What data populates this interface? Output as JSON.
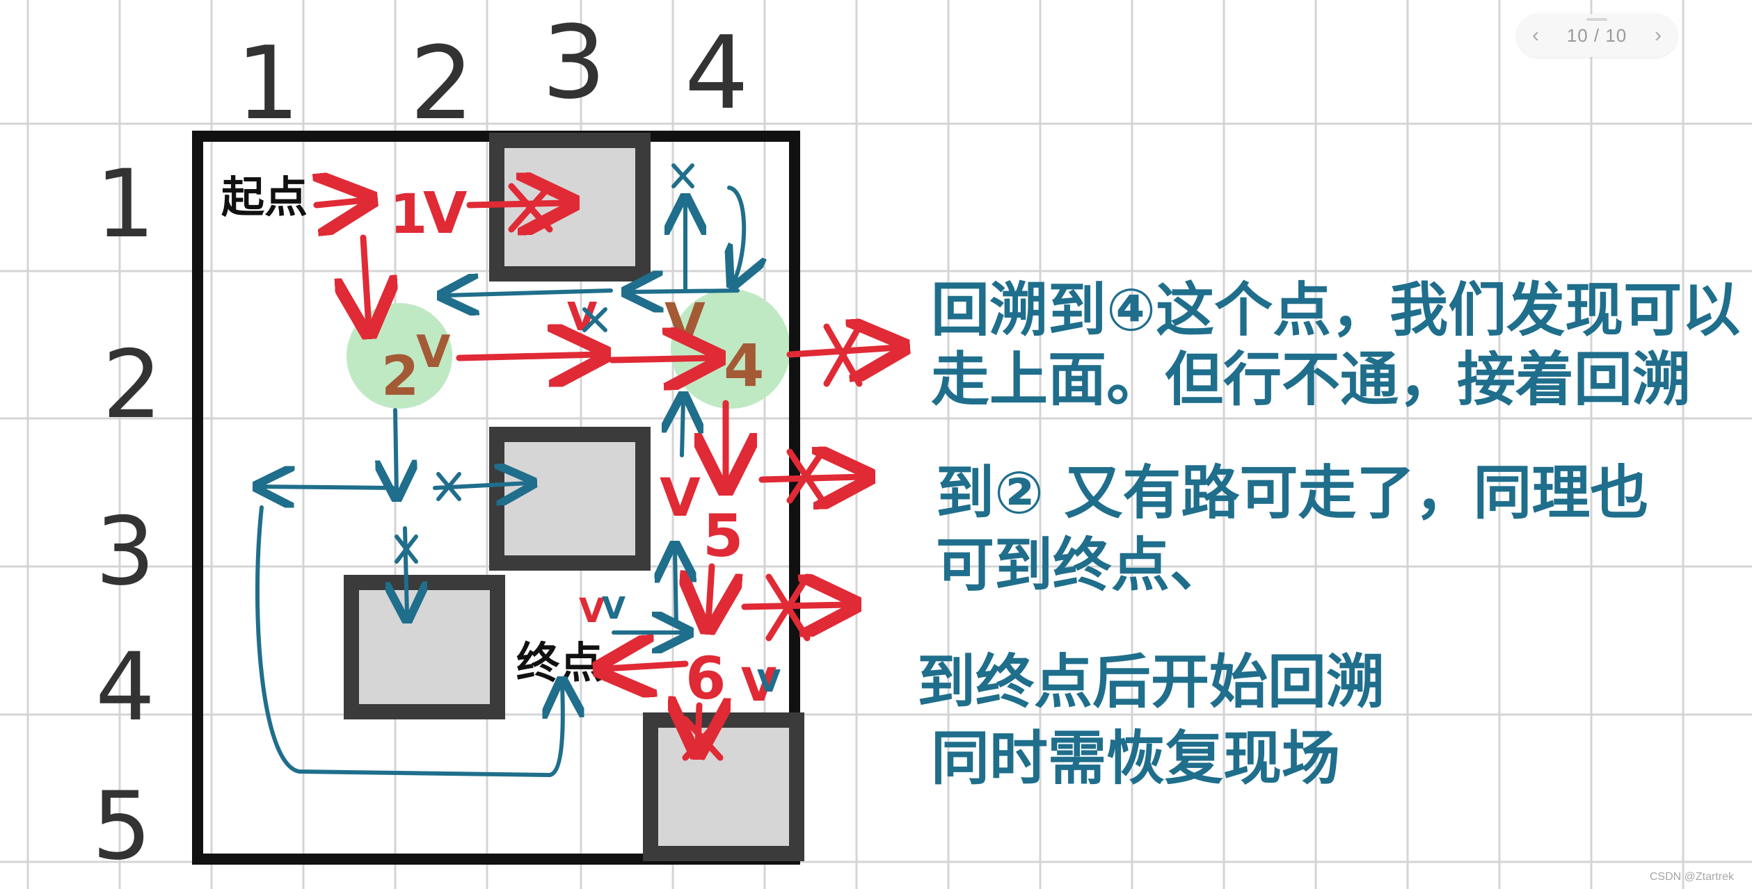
{
  "pager": {
    "prev_icon": "chevron-left-icon",
    "next_icon": "chevron-right-icon",
    "current": "10",
    "total": "10",
    "separator": " / "
  },
  "watermark": "CSDN @Ztartrek",
  "columns": [
    "1",
    "2",
    "3",
    "4"
  ],
  "rows": [
    "1",
    "2",
    "3",
    "4",
    "5"
  ],
  "labels": {
    "start": "起点",
    "end": "终点",
    "step1": "1",
    "step2": "2",
    "step4": "4",
    "step5": "5",
    "step6": "6",
    "check": "V",
    "cross": "X"
  },
  "notes": [
    "回溯到④这个点，我们发现可以",
    "走上面。但行不通，接着回溯",
    "到② 又有路可走了，同理也",
    "可到终点、",
    "到终点后开始回溯",
    "同时需恢复现场"
  ],
  "colors": {
    "red": "#e02a35",
    "teal": "#1f6e8c",
    "brown": "#a35a35",
    "green": "#bfe9c3",
    "wall": "#d6d6d6",
    "wallBorder": "#3b3b3b",
    "grid": "#d4d4d4"
  }
}
